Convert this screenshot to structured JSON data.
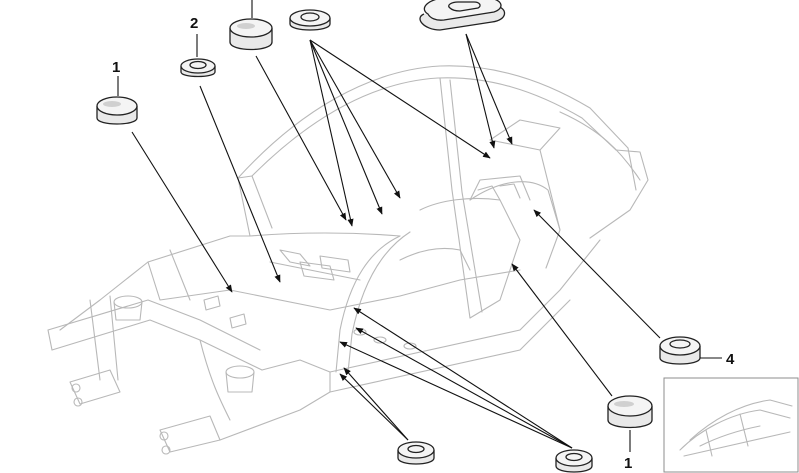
{
  "diagram": {
    "callouts": [
      {
        "id": "c1-left",
        "label": "1"
      },
      {
        "id": "c2",
        "label": "2"
      },
      {
        "id": "c3",
        "label": ""
      },
      {
        "id": "c4",
        "label": "4"
      },
      {
        "id": "c1-right",
        "label": "1"
      }
    ],
    "colors": {
      "background": "#ffffff",
      "body_outline": "#b8b8b8",
      "leader_lines": "#111111",
      "parts": "#222222"
    }
  }
}
